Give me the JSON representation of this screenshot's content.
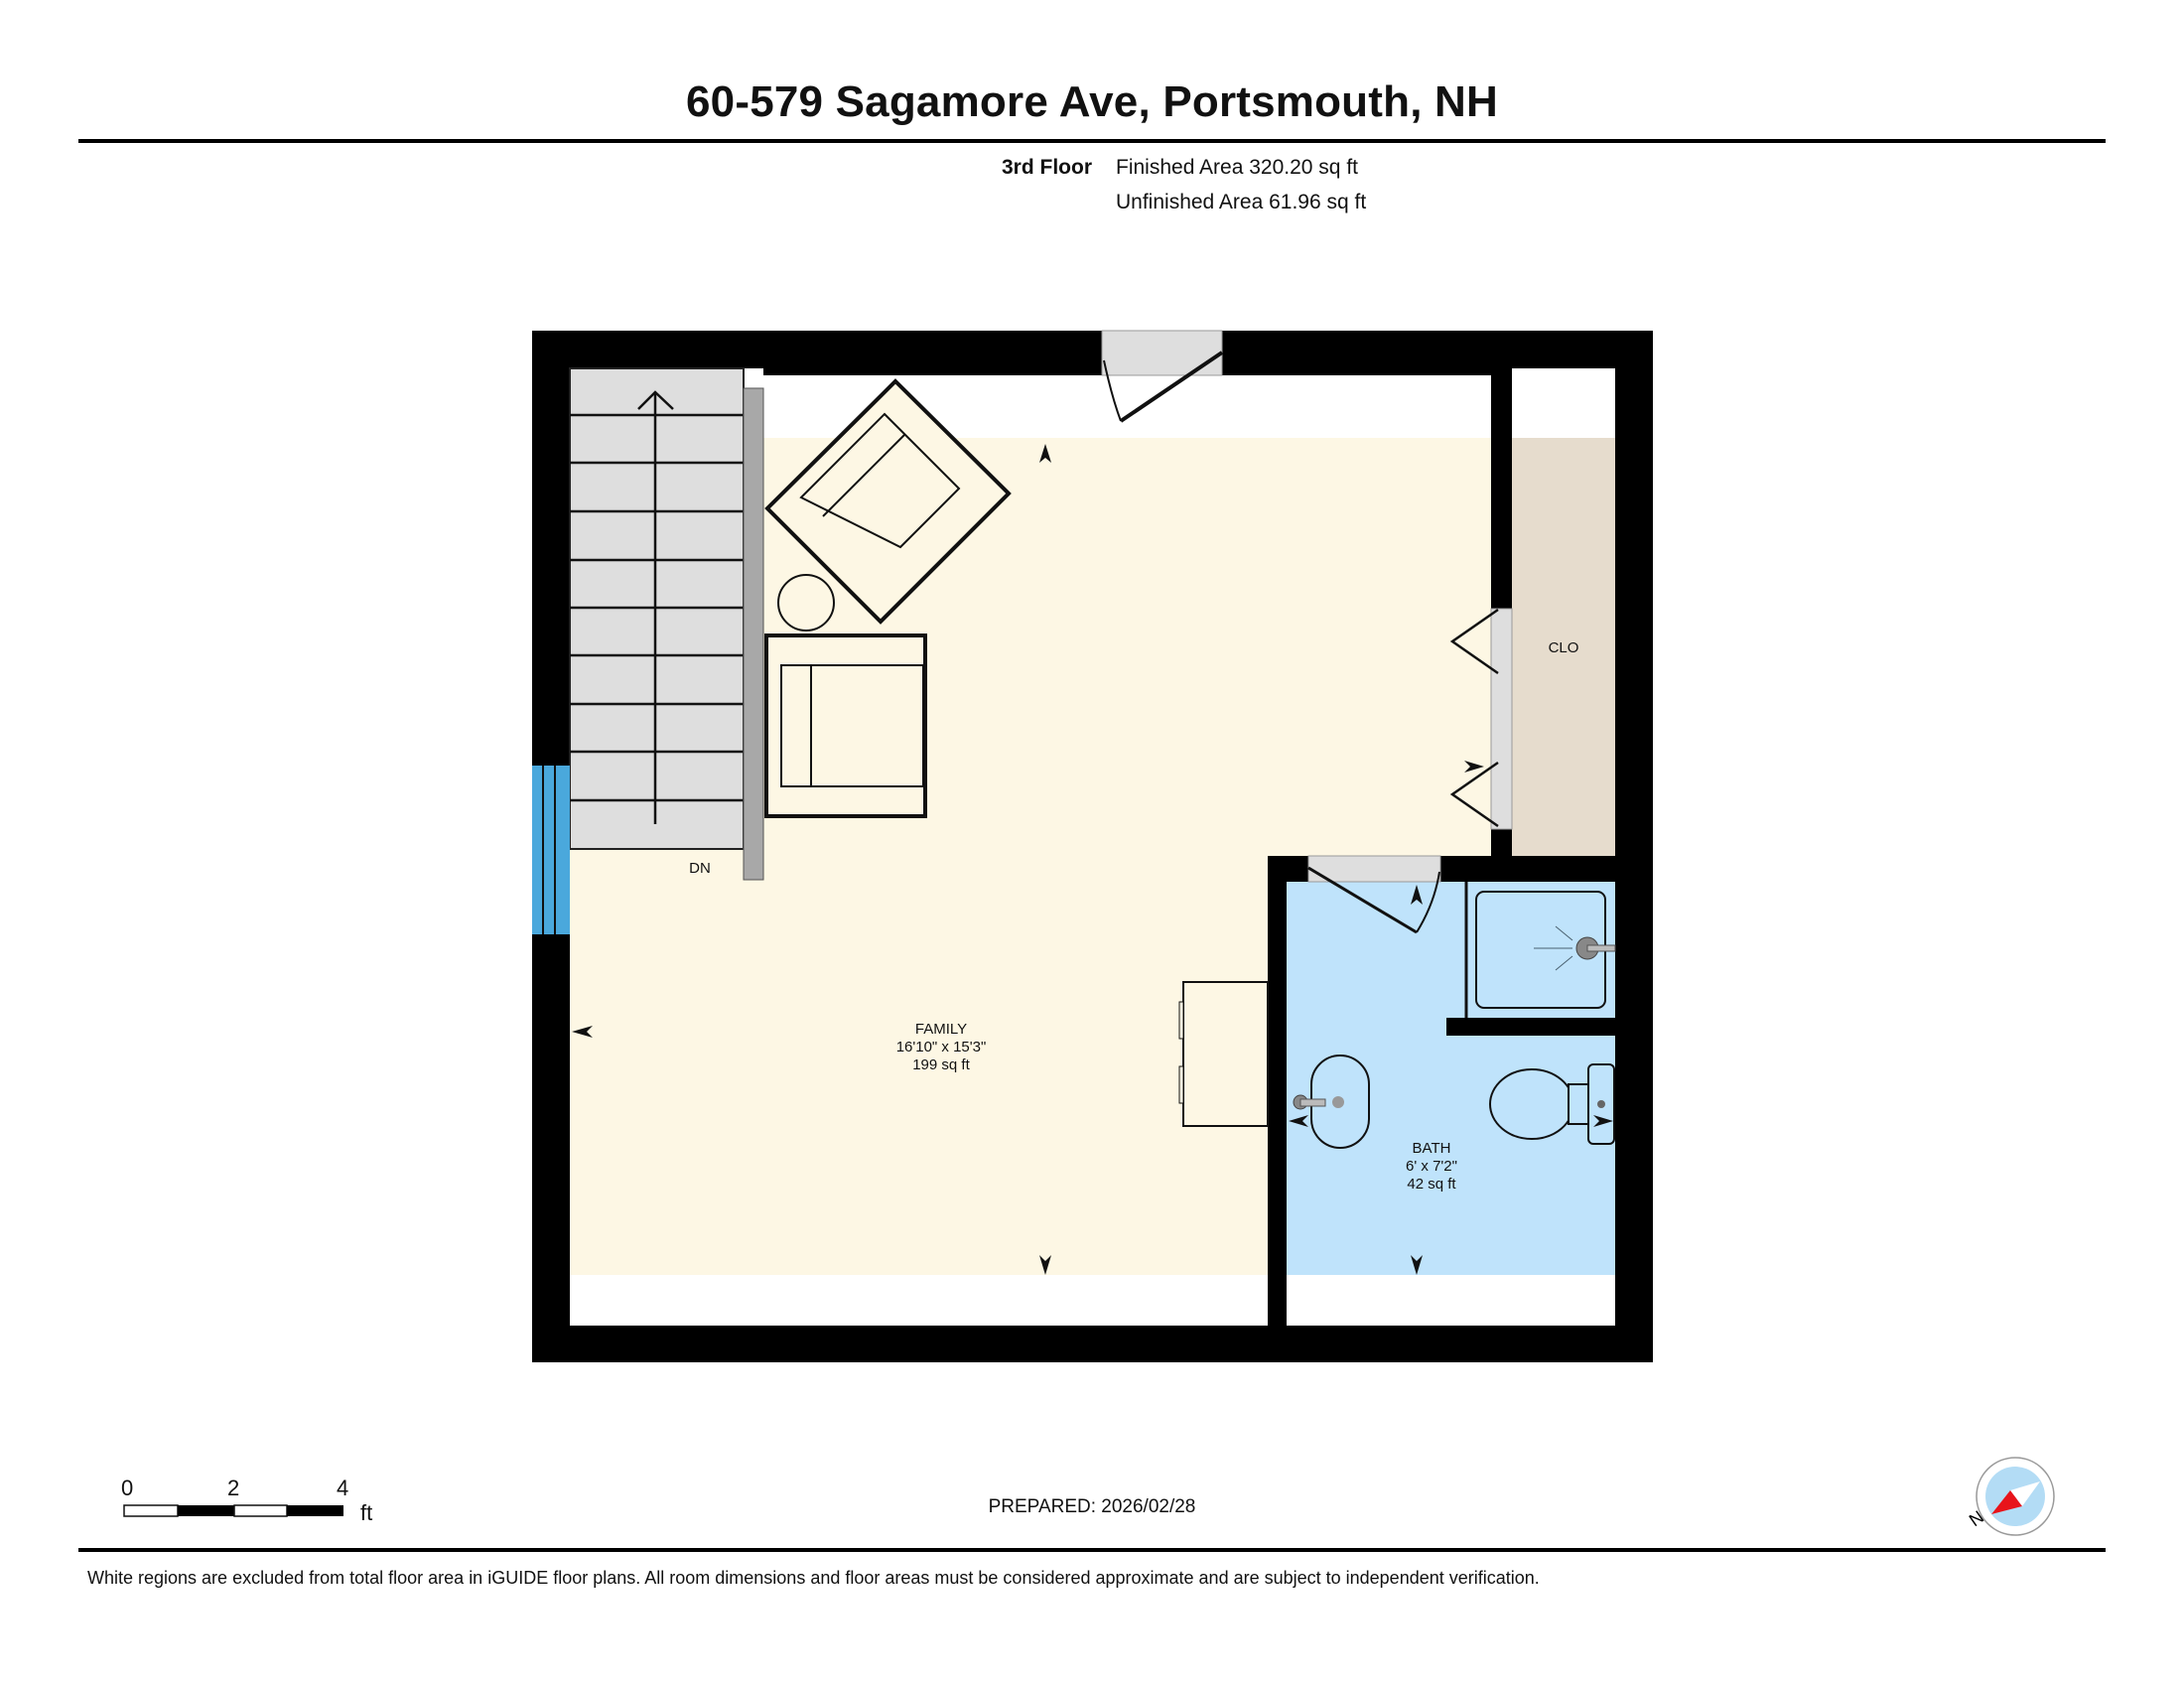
{
  "header": {
    "title": "60-579 Sagamore Ave, Portsmouth, NH",
    "floor": "3rd Floor",
    "finished_area": "Finished Area 320.20 sq ft",
    "unfinished_area": "Unfinished Area 61.96 sq ft"
  },
  "rooms": {
    "family": {
      "name": "FAMILY",
      "dimensions": "16'10\" x 15'3\"",
      "area": "199 sq ft"
    },
    "bath": {
      "name": "BATH",
      "dimensions": "6' x 7'2\"",
      "area": "42 sq ft"
    },
    "closet": {
      "name": "CLO"
    },
    "stairs": {
      "label": "DN"
    }
  },
  "scale_bar": {
    "ticks": [
      "0",
      "2",
      "4"
    ],
    "unit": "ft"
  },
  "prepared": "PREPARED: 2026/02/28",
  "compass": {
    "label": "N"
  },
  "footer": {
    "disclaimer": "White regions are excluded from total floor area in iGUIDE floor plans. All room dimensions and floor areas must be considered approximate and are subject to independent verification."
  },
  "colors": {
    "wall": "#000000",
    "family_fill": "#fdf7e4",
    "bath_fill": "#bfe3fb",
    "closet_fill": "#e6dccd",
    "stairs_fill": "#dedede",
    "window": "#4aa8dc",
    "compass_red": "#e8141b",
    "compass_blue": "#b3dcf5"
  }
}
